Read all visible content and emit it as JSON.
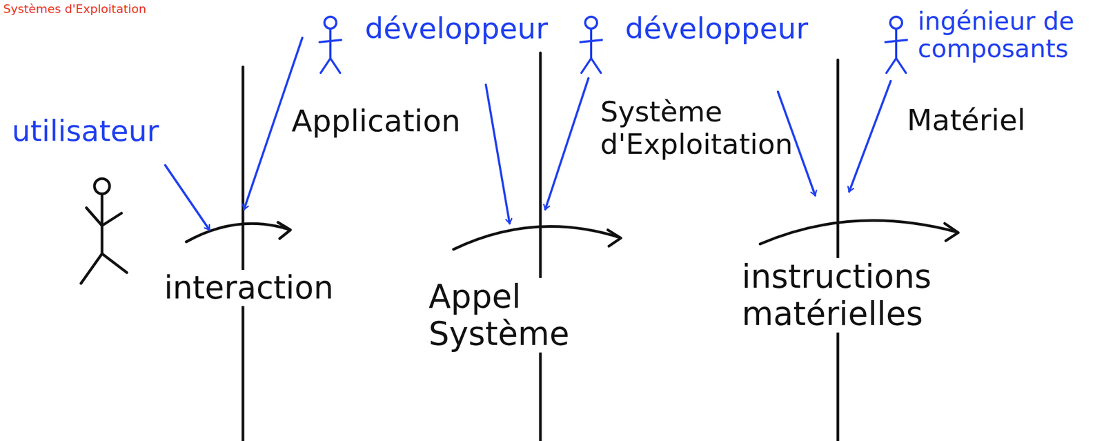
{
  "diagram": {
    "title": "Systèmes d'Exploitation",
    "labels": [
      "utilisateur",
      "développeur",
      "Application",
      "développeur",
      "Système d'Exploitation",
      "ingénieur de composants",
      "Matériel",
      "interaction",
      "Appel Système",
      "instructions matérielles"
    ]
  }
}
